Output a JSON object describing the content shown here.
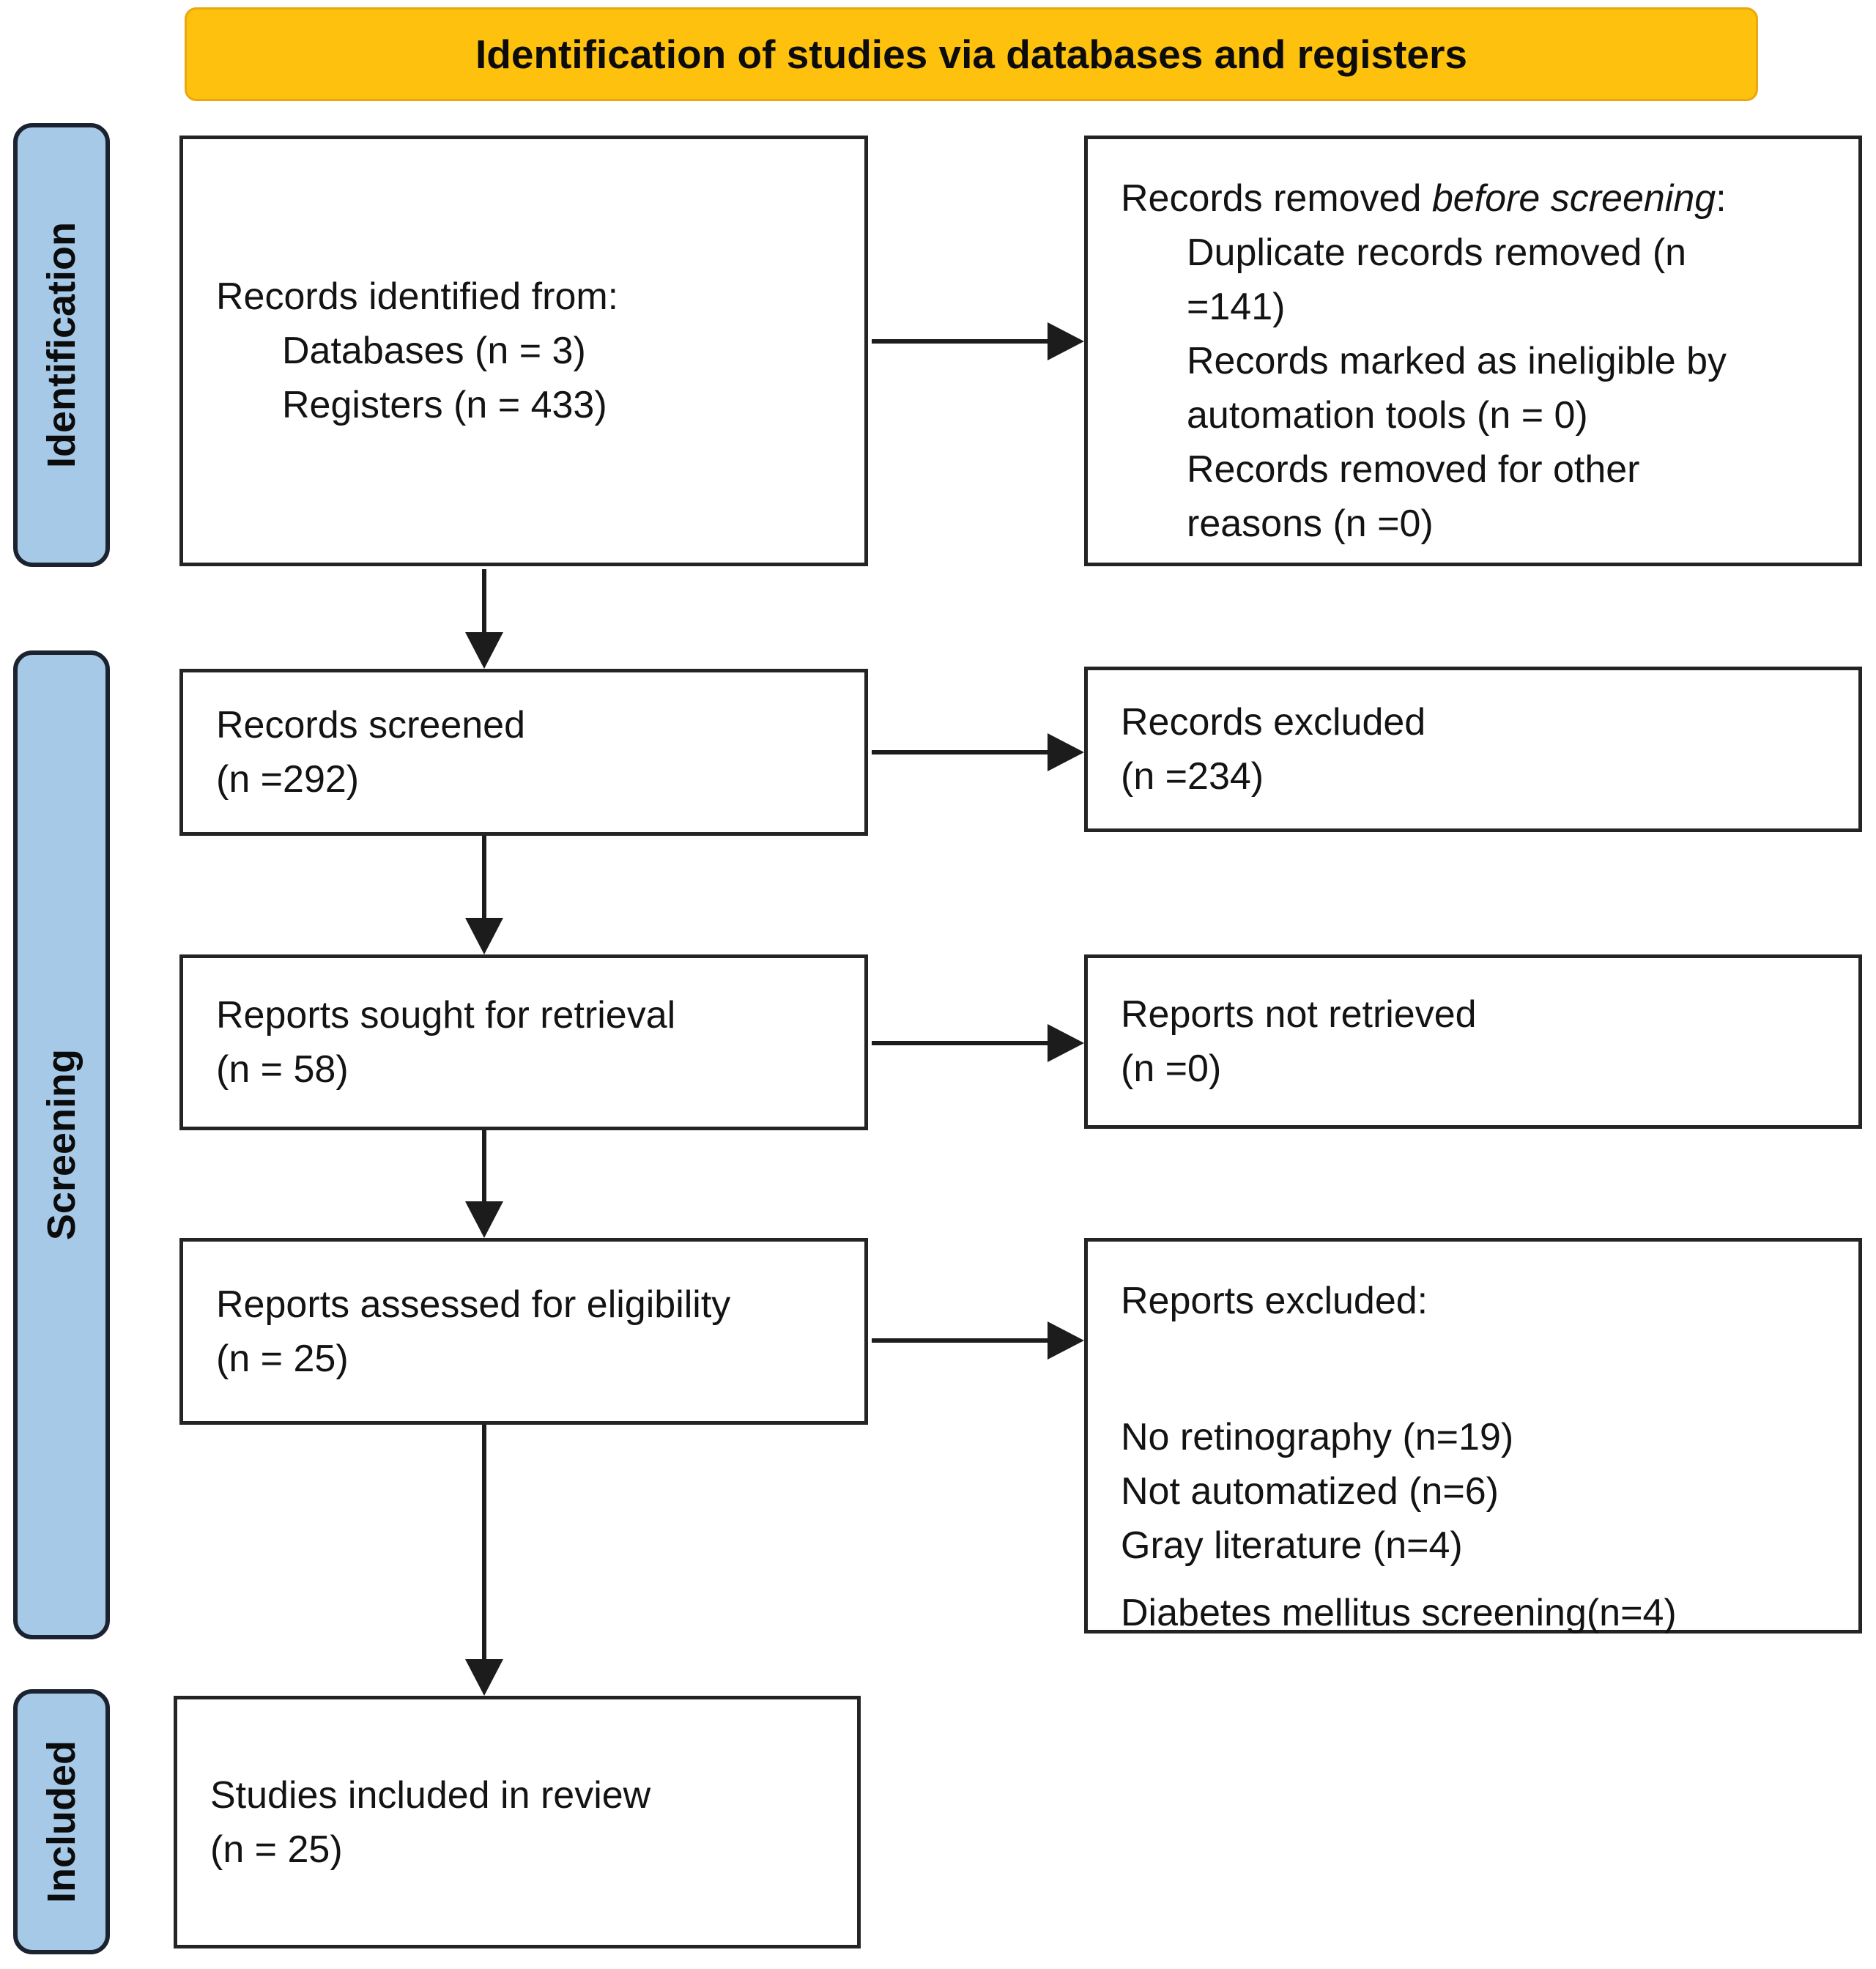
{
  "banner": {
    "title": "Identification of studies via databases and registers"
  },
  "colors": {
    "banner_bg": "#FEC10D",
    "sidebar_bg": "#A6C9E8",
    "line": "#1C1C1C"
  },
  "sidebar": {
    "labels": [
      {
        "id": "identification",
        "text": "Identification"
      },
      {
        "id": "screening",
        "text": "Screening"
      },
      {
        "id": "included",
        "text": "Included"
      }
    ]
  },
  "boxes": {
    "records_identified": {
      "title": "Records identified from:",
      "items": [
        "Databases (n = 3)",
        "Registers (n = 433)"
      ]
    },
    "records_removed": {
      "title_prefix": "Records removed ",
      "title_italic": "before screening",
      "title_suffix": ":",
      "items": [
        "Duplicate records removed (n\n=141)",
        "Records marked as ineligible by\nautomation tools (n = 0)",
        "Records removed for other\nreasons (n =0)"
      ]
    },
    "records_screened": {
      "line1": "Records screened",
      "line2": "(n =292)"
    },
    "records_excluded": {
      "line1": "Records excluded",
      "line2": "(n =234)"
    },
    "reports_sought": {
      "line1": "Reports sought for retrieval",
      "line2": "(n = 58)"
    },
    "reports_not_retrieved": {
      "line1": "Reports not retrieved",
      "line2": "(n =0)"
    },
    "reports_assessed": {
      "line1": "Reports assessed for eligibility",
      "line2": "(n = 25)"
    },
    "reports_excluded": {
      "title": "Reports excluded:",
      "items": [
        "No retinography (n=19)",
        "Not automatized (n=6)",
        "Gray literature (n=4)",
        "Diabetes mellitus screening(n=4)"
      ]
    },
    "studies_included": {
      "line1": "Studies included in review",
      "line2": "(n = 25)"
    }
  }
}
